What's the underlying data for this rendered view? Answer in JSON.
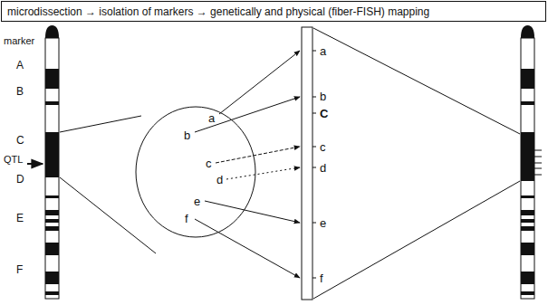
{
  "diagram": {
    "title": "microdissection → isolation of markers → genetically and physical (fiber-FISH) mapping",
    "labels": [
      "marker",
      "A",
      "B",
      "C",
      "QTL",
      "D",
      "E",
      "F",
      "a",
      "b",
      "c",
      "d",
      "e",
      "f",
      "a",
      "b",
      "C",
      "c",
      "d",
      "e",
      "f"
    ]
  }
}
